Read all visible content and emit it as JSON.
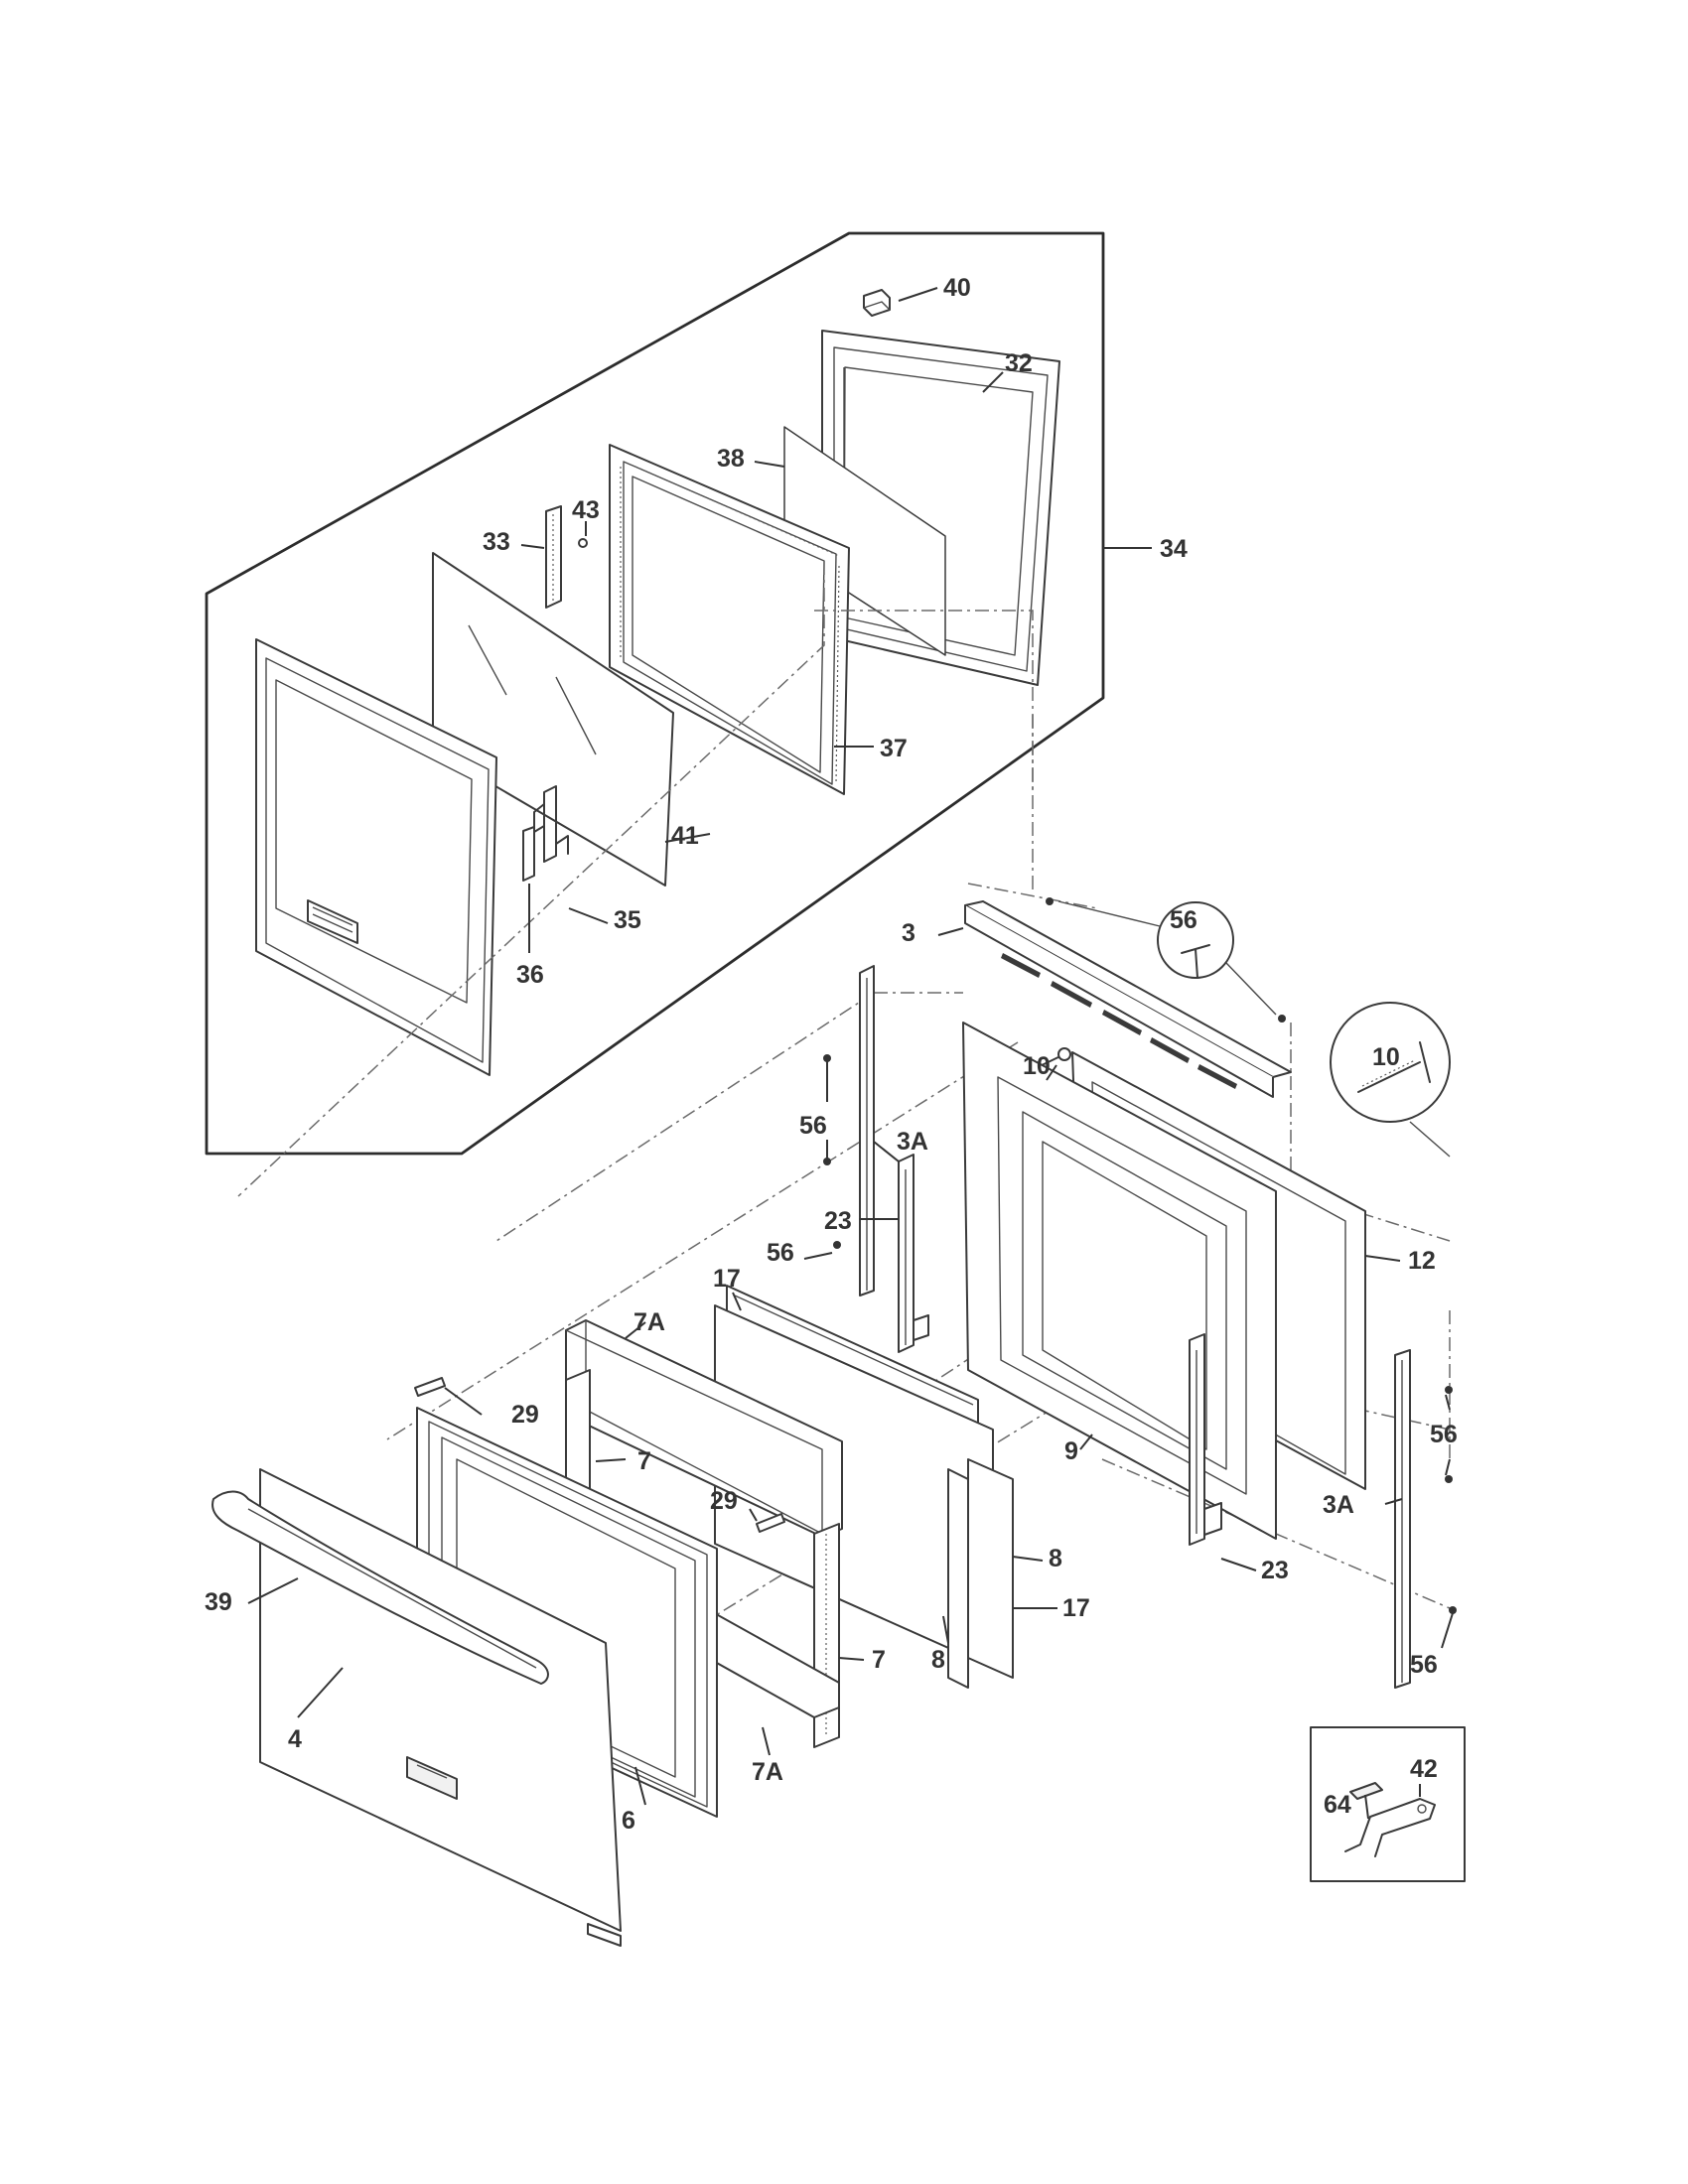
{
  "labels": {
    "p40": "40",
    "p32": "32",
    "p38": "38",
    "p43": "43",
    "p33": "33",
    "p34": "34",
    "p37": "37",
    "p41": "41",
    "p35": "35",
    "p36": "36",
    "p3": "3",
    "p56_circle": "56",
    "p10_small": "10",
    "p10_circle": "10",
    "p56_a": "56",
    "p3A_left": "3A",
    "p23_top": "23",
    "p56_b": "56",
    "p17_top": "17",
    "p12": "12",
    "p7A_top": "7A",
    "p29_a": "29",
    "p7_a": "7",
    "p9": "9",
    "p56_right": "56",
    "p3A_right": "3A",
    "p29_b": "29",
    "p8_a": "8",
    "p23_bottom": "23",
    "p17_bottom": "17",
    "p39": "39",
    "p7_b": "7",
    "p8_b": "8",
    "p56_bottom": "56",
    "p7A_bottom": "7A",
    "p42": "42",
    "p64": "64",
    "p4": "4",
    "p6": "6"
  }
}
